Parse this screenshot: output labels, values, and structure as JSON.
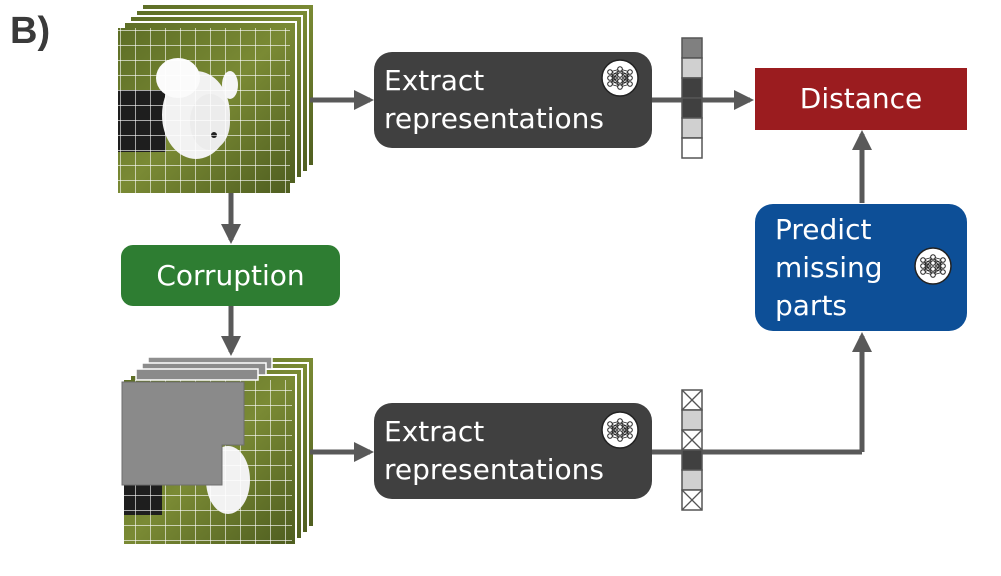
{
  "panel_label": "B)",
  "boxes": {
    "extract_top": "Extract\nrepresentations",
    "extract_bottom": "Extract\nrepresentations",
    "corruption": "Corruption",
    "distance": "Distance",
    "predict": "Predict\nmissing\nparts"
  },
  "icons": {
    "neural_net": "neural-network-icon",
    "arrow": "arrow-icon",
    "image_stack": "image-stack-icon"
  },
  "representation_top": [
    "#808080",
    "#d0d0d0",
    "#404040",
    "#404040",
    "#d0d0d0",
    "#ffffff"
  ],
  "representation_bottom": [
    "masked",
    "#d0d0d0",
    "masked",
    "#404040",
    "#d0d0d0",
    "masked"
  ],
  "colors": {
    "extract": "#404040",
    "corruption": "#2e7d32",
    "distance": "#9b1c1f",
    "predict": "#0d4f97",
    "arrow": "#595959",
    "grass": "#6b7a2c",
    "mask": "#8a8a8a"
  }
}
